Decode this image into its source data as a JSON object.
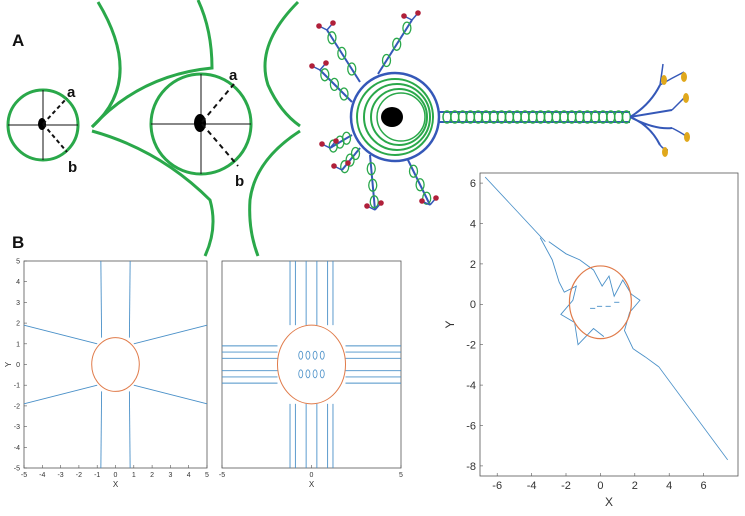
{
  "panels": {
    "A": "A",
    "B": "B"
  },
  "point_labels": {
    "a": "a",
    "b": "b"
  },
  "plots": [
    {
      "xlabel": "X",
      "ylabel": "Y",
      "xlim": [
        -5,
        5
      ],
      "ylim": [
        -5,
        5
      ],
      "xticks": [
        "-5",
        "-4",
        "-3",
        "-2",
        "-1",
        "0",
        "1",
        "2",
        "3",
        "4",
        "5"
      ],
      "yticks": [
        "5",
        "4",
        "3",
        "2",
        "1",
        "0",
        "-1",
        "-2",
        "-3",
        "-4",
        "-5"
      ]
    },
    {
      "xlabel": "X",
      "xlim": [
        -5,
        5
      ],
      "ylim": [
        -5,
        5
      ],
      "xticks": [
        "-5",
        "0",
        "5"
      ]
    },
    {
      "xlabel": "X",
      "ylabel": "Y",
      "xlim": [
        -7,
        8
      ],
      "ylim": [
        -8.5,
        6.5
      ],
      "xticks": [
        "-6",
        "-4",
        "-2",
        "0",
        "2",
        "4",
        "6"
      ],
      "yticks": [
        "6",
        "4",
        "2",
        "0",
        "-2",
        "-4",
        "-6",
        "-8"
      ]
    }
  ],
  "colors": {
    "membrane": "#2aa84a",
    "contour": "#4a90c8",
    "circle": "#e07b4a",
    "axon_blue": "#3558b8",
    "terminal": "#e0a81c",
    "spine": "#b0203a"
  }
}
